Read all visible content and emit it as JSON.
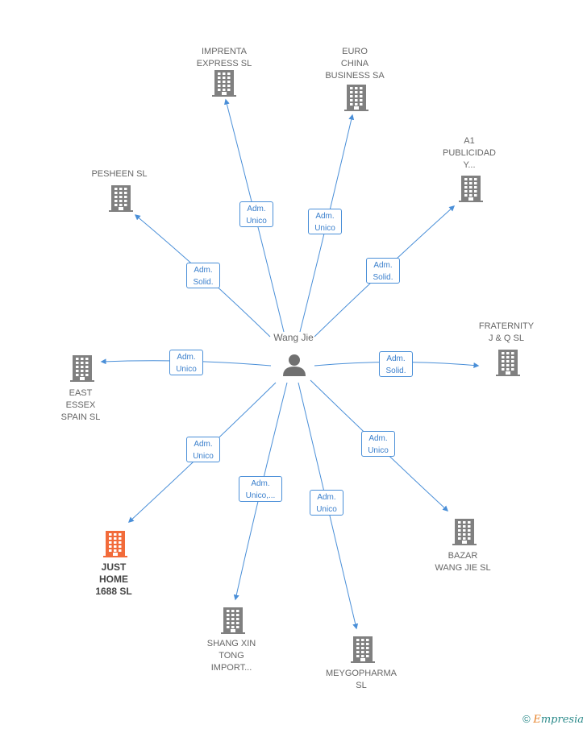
{
  "center": {
    "name": "Wang Jie"
  },
  "companies": [
    {
      "id": "imprenta",
      "label": "IMPRENTA\nEXPRESS  SL",
      "highlight": false,
      "relation": "Adm.\nUnico"
    },
    {
      "id": "euro-china",
      "label": "EURO\nCHINA\nBUSINESS SA",
      "highlight": false,
      "relation": "Adm.\nUnico"
    },
    {
      "id": "a1-publicidad",
      "label": "A1\nPUBLICIDAD\nY...",
      "highlight": false,
      "relation": "Adm.\nSolid."
    },
    {
      "id": "pesheen",
      "label": "PESHEEN  SL",
      "highlight": false,
      "relation": "Adm.\nSolid."
    },
    {
      "id": "fraternity",
      "label": "FRATERNITY\nJ & Q  SL",
      "highlight": false,
      "relation": "Adm.\nSolid."
    },
    {
      "id": "east-essex",
      "label": "EAST\nESSEX\nSPAIN  SL",
      "highlight": false,
      "relation": "Adm.\nUnico"
    },
    {
      "id": "just-home",
      "label": "JUST\nHOME\n1688  SL",
      "highlight": true,
      "relation": "Adm.\nUnico"
    },
    {
      "id": "bazar",
      "label": "BAZAR\nWANG JIE SL",
      "highlight": false,
      "relation": "Adm.\nUnico"
    },
    {
      "id": "shang-xin",
      "label": "SHANG XIN\nTONG\nIMPORT...",
      "highlight": false,
      "relation": "Adm.\nUnico,..."
    },
    {
      "id": "meygopharma",
      "label": "MEYGOPHARMA\nSL",
      "highlight": false,
      "relation": "Adm.\nUnico"
    }
  ],
  "footer": {
    "copyright": "©",
    "brand_first": "E",
    "brand_rest": "mpresia"
  },
  "colors": {
    "edge": "#4a8fd8",
    "building": "#808080",
    "building_highlight": "#f26b3a",
    "person": "#707070"
  }
}
